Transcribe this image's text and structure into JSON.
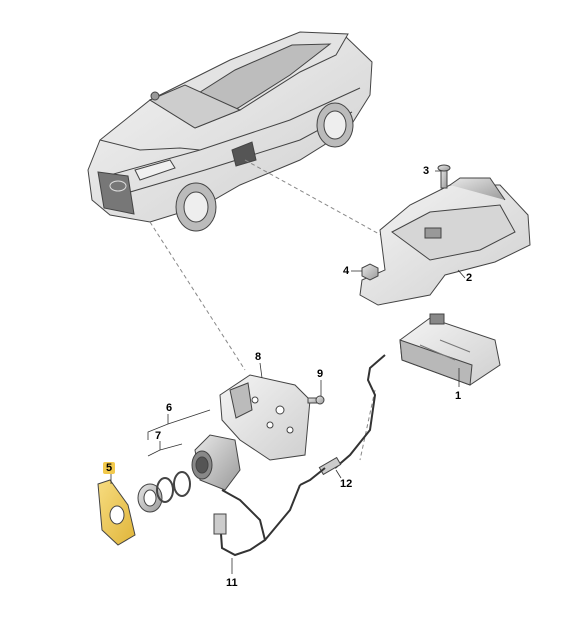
{
  "diagram": {
    "highlight_color": "#f2c94c",
    "callouts": {
      "c1": "1",
      "c2": "2",
      "c3": "3",
      "c4": "4",
      "c5": "5",
      "c6": "6",
      "c7": "7",
      "c8": "8",
      "c9": "9",
      "c11": "11",
      "c12": "12"
    }
  }
}
